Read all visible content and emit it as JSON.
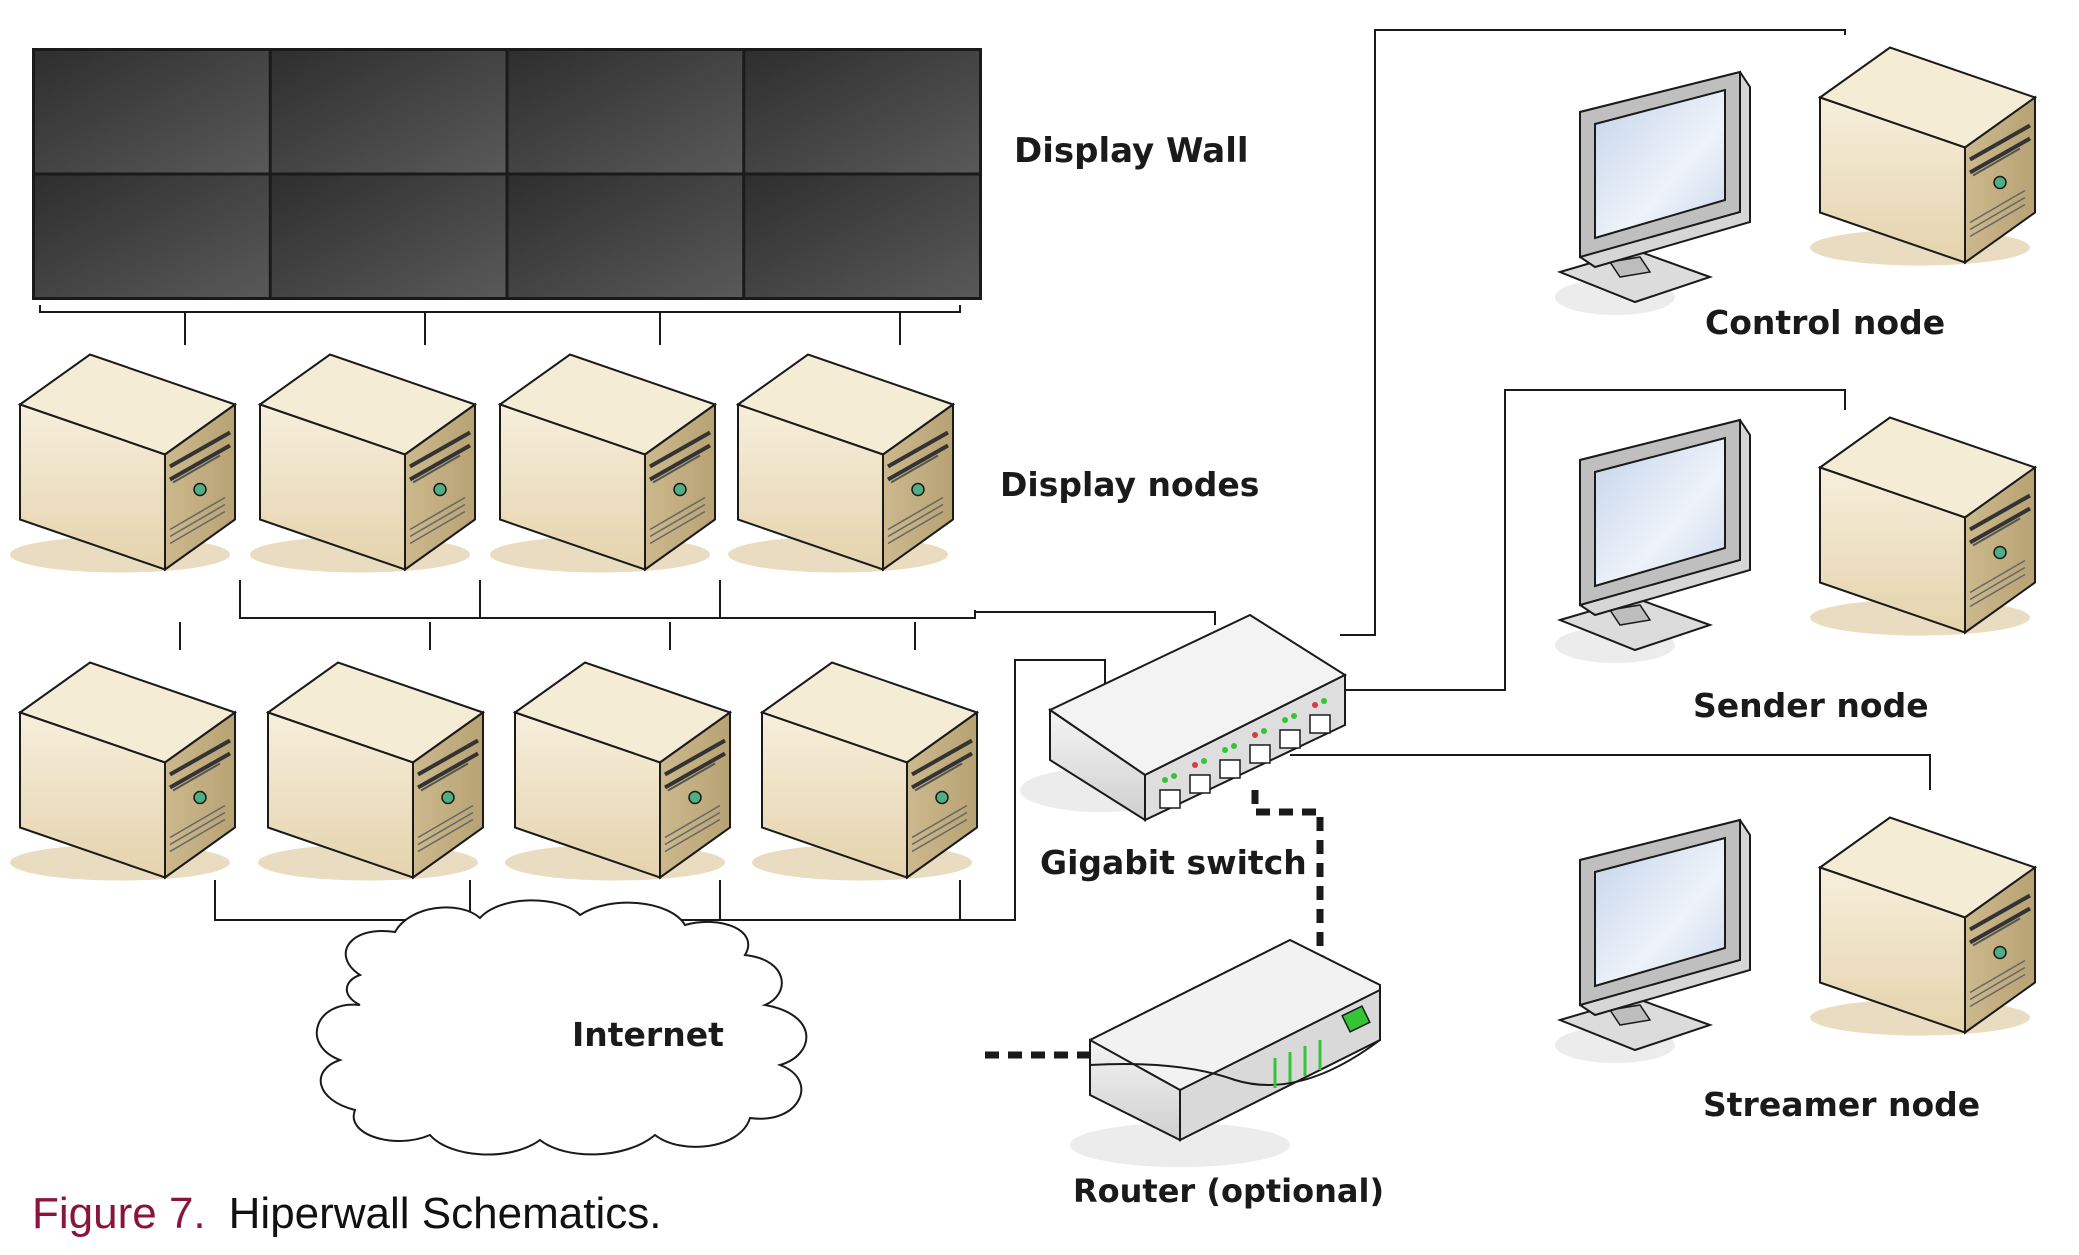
{
  "labels": {
    "display_wall": "Display Wall",
    "display_nodes": "Display nodes",
    "control_node": "Control node",
    "sender_node": "Sender node",
    "streamer_node": "Streamer node",
    "gigabit_switch": "Gigabit switch",
    "router": "Router (optional)",
    "internet": "Internet"
  },
  "caption": {
    "number": "Figure 7.",
    "text": "Hiperwall Schematics."
  },
  "counts": {
    "wall_rows": 2,
    "wall_columns": 4,
    "display_node_rows": 2,
    "display_nodes_per_row": 4,
    "workstations": 3
  },
  "colors": {
    "wall_panel": "#3f3f3f",
    "tower_front": "#efe2c4",
    "tower_side": "#d4c197",
    "monitor_screen": "#d8e4f2",
    "router_led": "#35c435",
    "caption_accent": "#8a1538"
  },
  "icons": [
    "server-tower-icon",
    "monitor-icon",
    "network-switch-icon",
    "router-icon",
    "cloud-icon"
  ]
}
